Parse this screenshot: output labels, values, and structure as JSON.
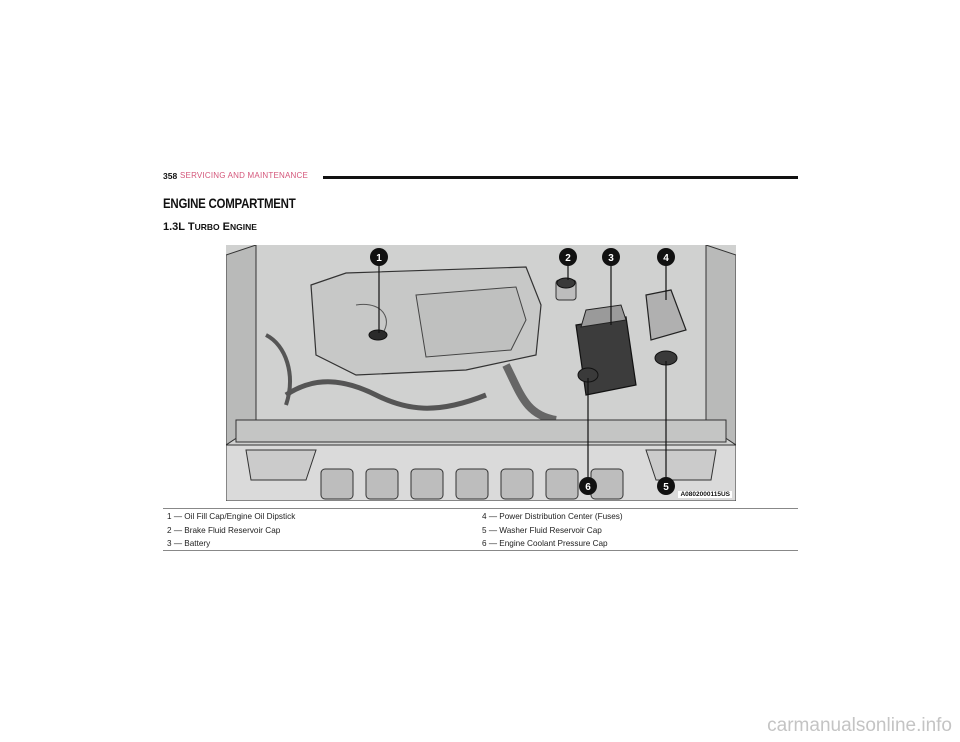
{
  "header": {
    "page_number": "358",
    "section": "SERVICING AND MAINTENANCE"
  },
  "heading": "ENGINE COMPARTMENT",
  "subheading": {
    "lead": "1.3L T",
    "sc1": "URBO",
    "mid": " E",
    "sc2": "NGINE"
  },
  "figure": {
    "code": "A0802000115US",
    "callouts": [
      "1",
      "2",
      "3",
      "4",
      "5",
      "6"
    ]
  },
  "legend": {
    "left": [
      "1 — Oil Fill Cap/Engine Oil Dipstick",
      "2 — Brake Fluid Reservoir Cap",
      "3 — Battery"
    ],
    "right": [
      "4 — Power Distribution Center (Fuses)",
      "5 — Washer Fluid Reservoir Cap",
      "6 — Engine Coolant Pressure Cap"
    ]
  },
  "watermark": "carmanualsonline.info"
}
